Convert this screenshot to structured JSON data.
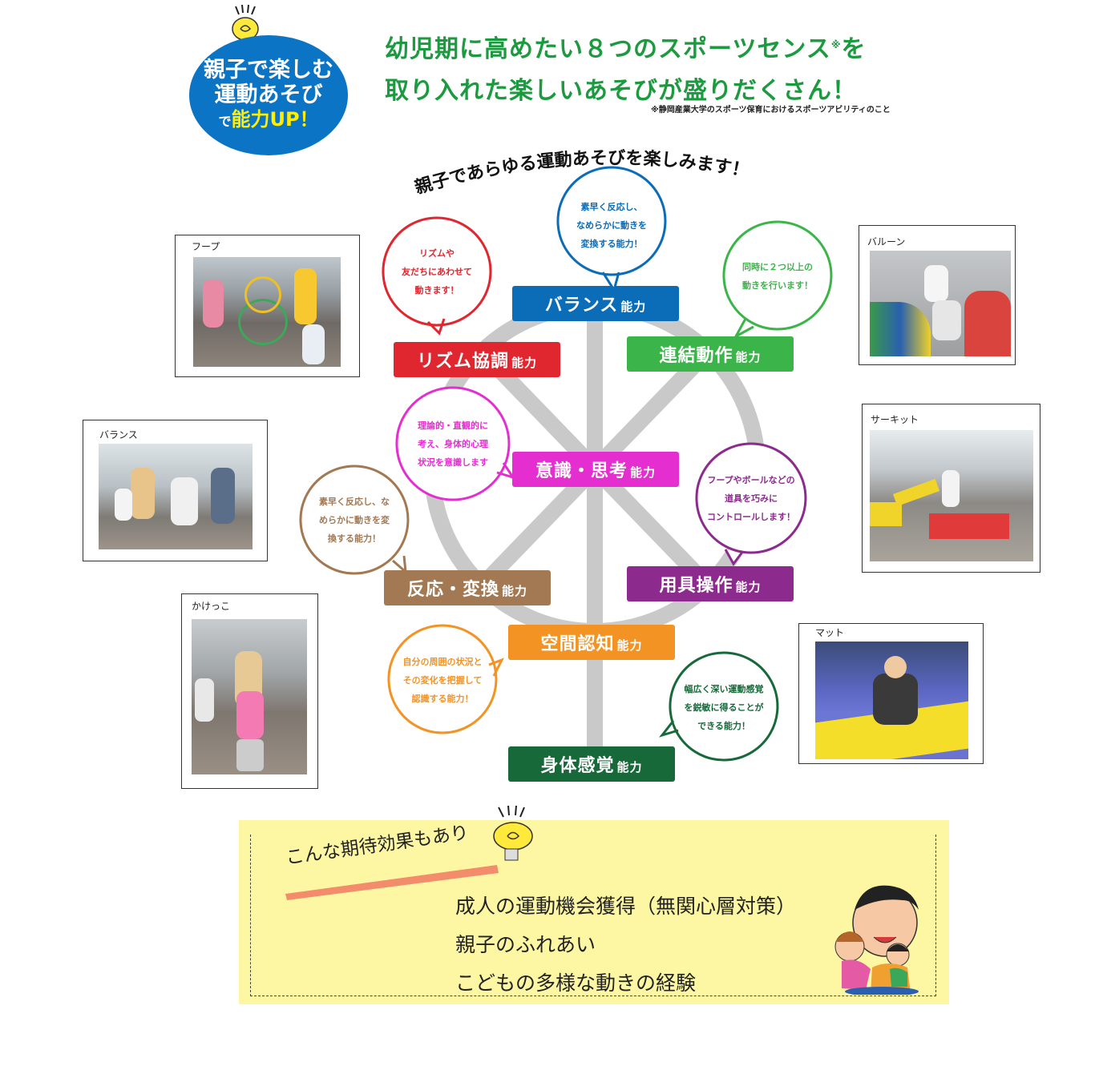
{
  "header": {
    "circle_line1": "親子で楽しむ",
    "circle_line2": "運動あそび",
    "circle_line3_prefix": "で",
    "circle_line3_em": "能力UP！",
    "headline_line1": "幼児期に高めたい８つのスポーツセンス",
    "headline_mark": "※",
    "headline_line1_end": "を",
    "headline_line2": "取り入れた楽しいあそびが盛りだくさん！",
    "note": "※静岡産業大学のスポーツ保育におけるスポーツアビリティのこと"
  },
  "arc_title": "親子であらゆる運動あそびを楽しみます！",
  "abilities": [
    {
      "name": "バランス",
      "suffix": "能力",
      "color": "#0b6cb8"
    },
    {
      "name": "リズム協調",
      "suffix": "能力",
      "color": "#e0262f"
    },
    {
      "name": "連結動作",
      "suffix": "能力",
      "color": "#3bb54a"
    },
    {
      "name": "意識・思考",
      "suffix": "能力",
      "color": "#e42ed0"
    },
    {
      "name": "反応・変換",
      "suffix": "能力",
      "color": "#a27952"
    },
    {
      "name": "用具操作",
      "suffix": "能力",
      "color": "#8d2a8e"
    },
    {
      "name": "空間認知",
      "suffix": "能力",
      "color": "#f39324"
    },
    {
      "name": "身体感覚",
      "suffix": "能力",
      "color": "#17693a"
    }
  ],
  "bubbles": {
    "balance": "素早く反応し、\nなめらかに動きを\n変換する能力！",
    "rhythm": "リズムや\n友だちにあわせて\n動きます！",
    "linked": "同時に２つ以上の\n動きを行います！",
    "awareness": "理論的・直観的に\n考え、身体的心理\n状況を意識します",
    "reaction": "素早く反応し、な\nめらかに動きを変\n換する能力！",
    "tools": "フープやボールなどの\n道具を巧みに\nコントロールします！",
    "spatial": "自分の周囲の状況と\nその変化を把握して\n認識する能力！",
    "body": "幅広く深い運動感覚\nを鋭敏に得ることが\nできる能力！"
  },
  "photos": {
    "hoop": "フープ",
    "balloon": "バルーン",
    "balance": "バランス",
    "circuit": "サーキット",
    "running": "かけっこ",
    "mat": "マット"
  },
  "effects": {
    "title": "こんな期待効果もあり",
    "items": [
      "成人の運動機会獲得（無関心層対策）",
      "親子のふれあい",
      "こどもの多様な動きの経験"
    ]
  }
}
